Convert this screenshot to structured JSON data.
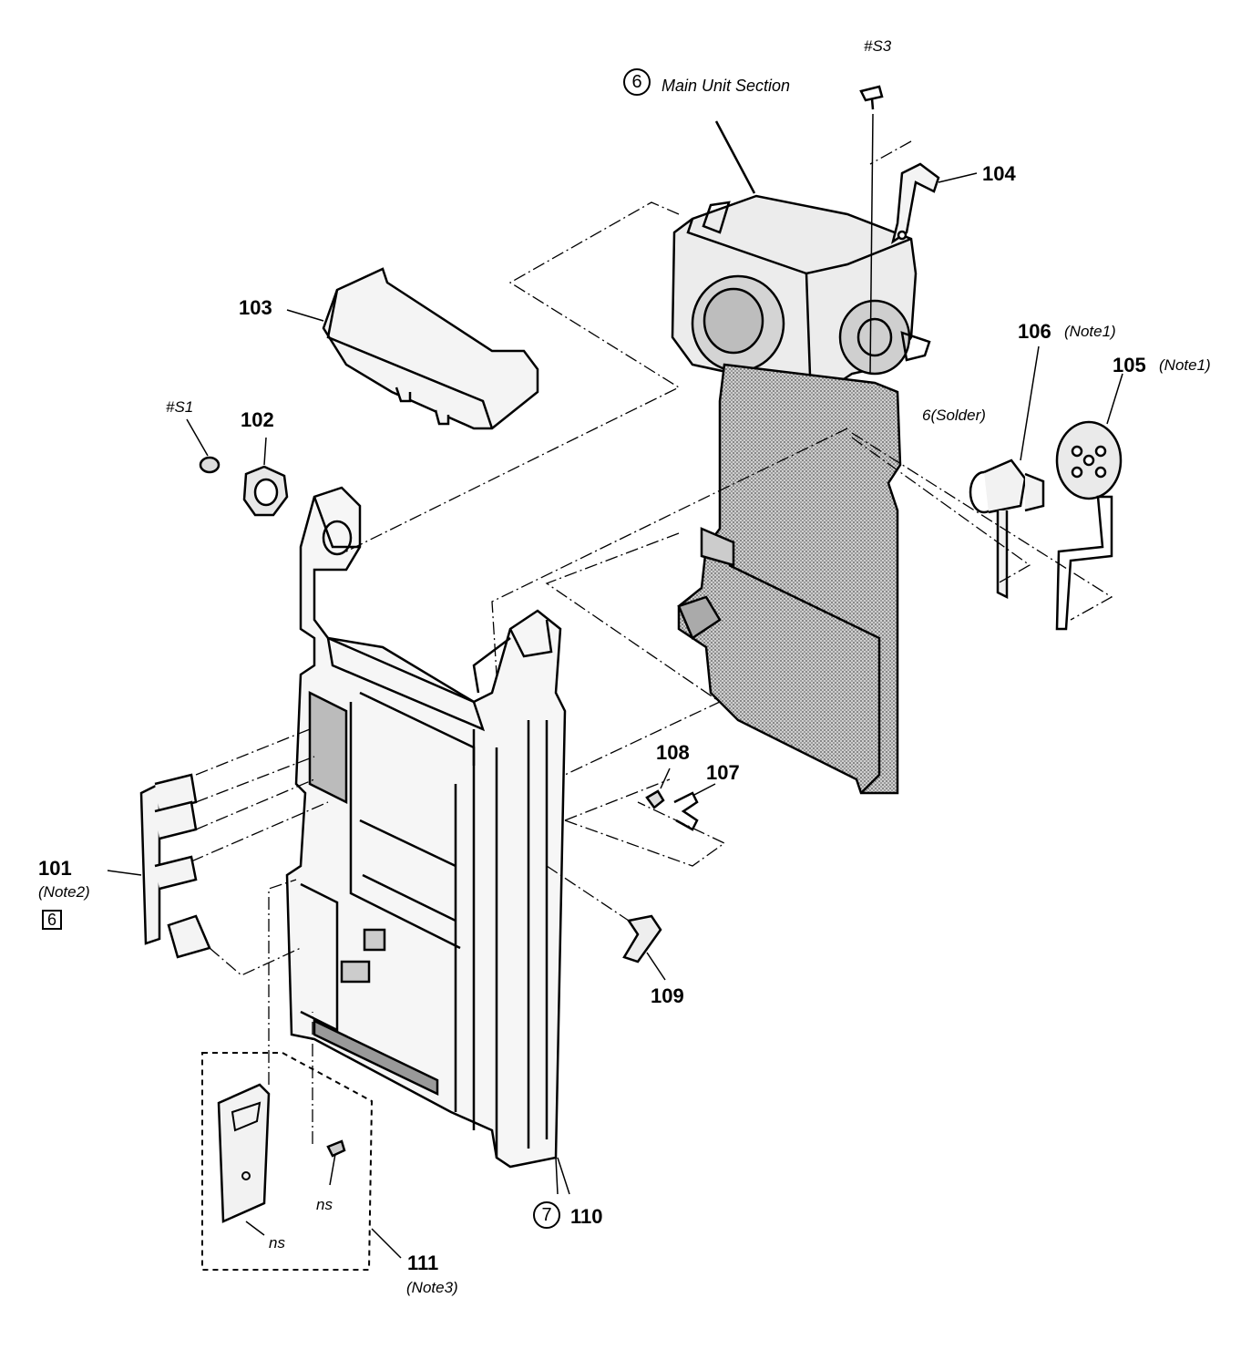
{
  "title": {
    "marker": "6",
    "text": "Main Unit Section"
  },
  "screws": {
    "s3": "#S3",
    "s1": "#S1",
    "solder": "6(Solder)"
  },
  "parts": [
    {
      "id": "101",
      "note": "(Note2)",
      "boxed": "6"
    },
    {
      "id": "102"
    },
    {
      "id": "103"
    },
    {
      "id": "104"
    },
    {
      "id": "105",
      "note": "(Note1)"
    },
    {
      "id": "106",
      "note": "(Note1)"
    },
    {
      "id": "107"
    },
    {
      "id": "108"
    },
    {
      "id": "109"
    },
    {
      "id": "110",
      "marker": "7"
    },
    {
      "id": "111",
      "note": "(Note3)"
    }
  ],
  "ns_labels": [
    "ns",
    "ns"
  ]
}
